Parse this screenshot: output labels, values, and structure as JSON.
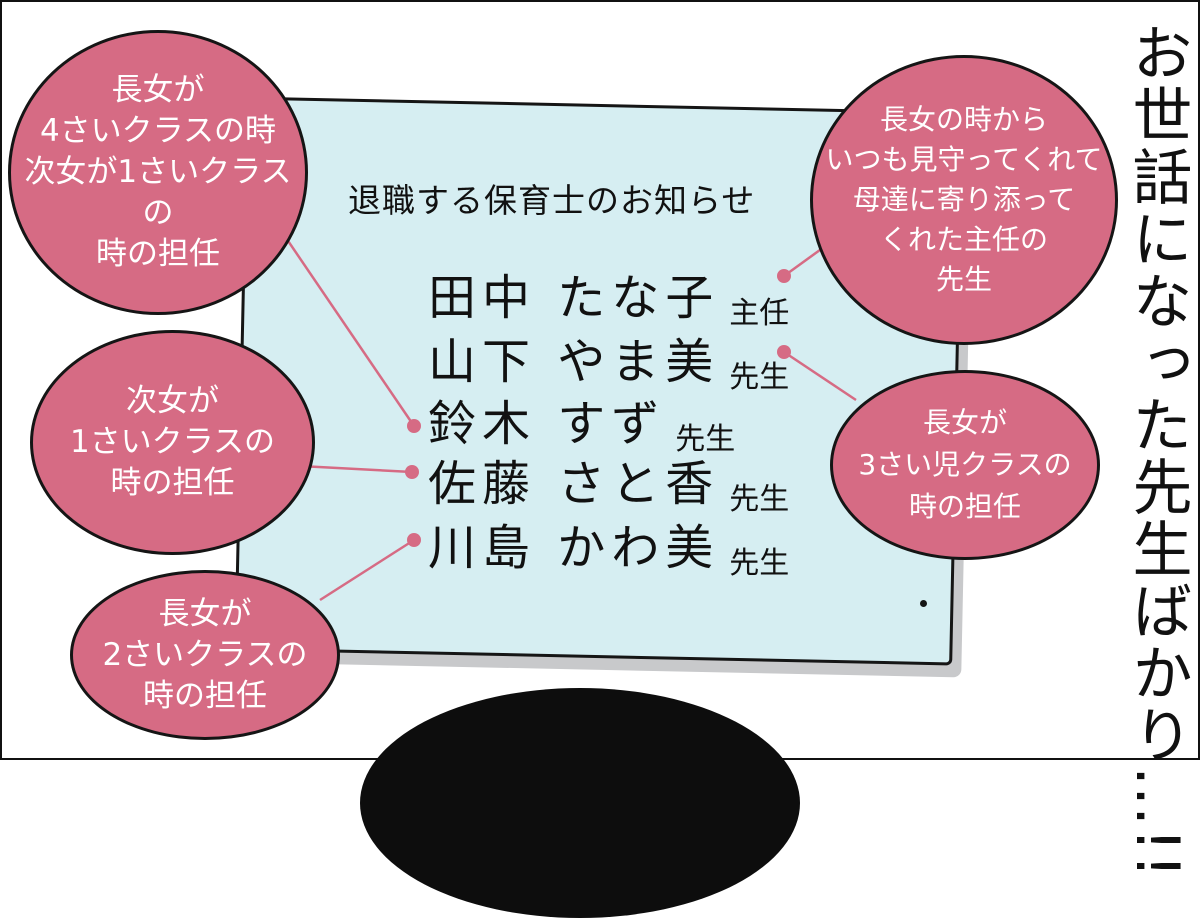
{
  "notice": {
    "title": "退職する保育士のお知らせ",
    "teachers": [
      {
        "name": "田中 たな子",
        "role": "主任"
      },
      {
        "name": "山下 やま美",
        "role": "先生"
      },
      {
        "name": "鈴木 すず",
        "role": "先生"
      },
      {
        "name": "佐藤 さと香",
        "role": "先生"
      },
      {
        "name": "川島 かわ美",
        "role": "先生"
      }
    ]
  },
  "bubbles": {
    "left_top": "長女が\n4さいクラスの時\n次女が1さいクラスの\n時の担任",
    "left_middle": "次女が\n1さいクラスの\n時の担任",
    "left_bottom": "長女が\n2さいクラスの\n時の担任",
    "right_top": "長女の時から\nいつも見守ってくれて\n母達に寄り添って\nくれた主任の\n先生",
    "right_middle": "長女が\n3さい児クラスの\n時の担任"
  },
  "caption": "お世話になった先生ばかり…!!",
  "colors": {
    "bubble": "#d66b84",
    "board": "#d6eef2",
    "outline": "#151515",
    "connector": "#d66b84"
  }
}
